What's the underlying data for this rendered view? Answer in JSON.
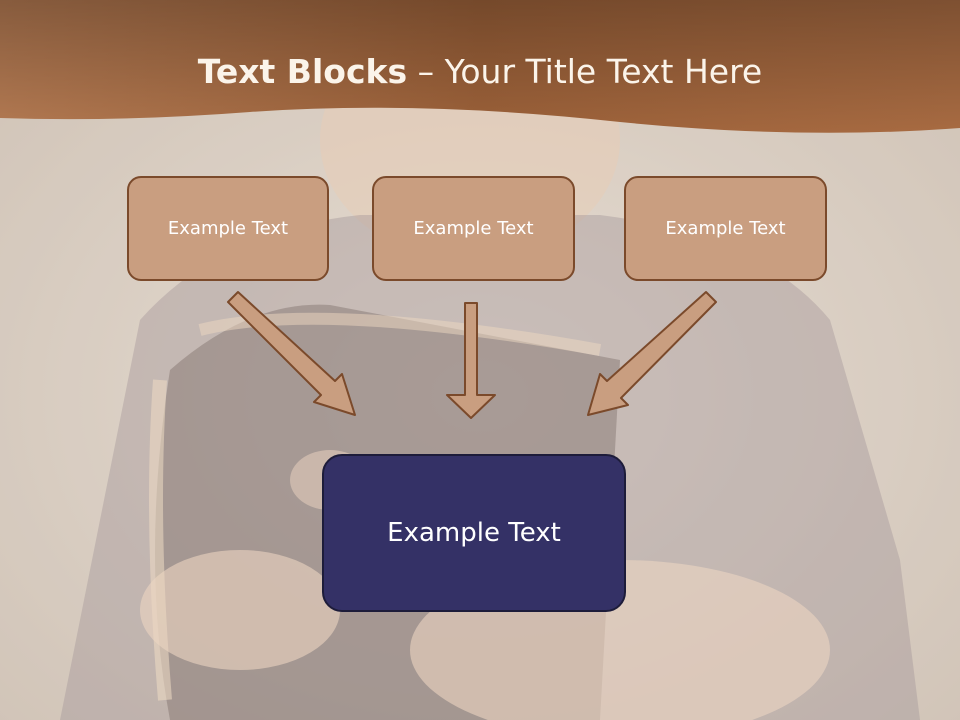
{
  "slide": {
    "title_bold": "Text Blocks",
    "title_sep": " – ",
    "title_rest": "Your Title Text Here"
  },
  "boxes": [
    {
      "label": "Example Text"
    },
    {
      "label": "Example Text"
    },
    {
      "label": "Example Text"
    }
  ],
  "main_box": {
    "label": "Example Text"
  },
  "colors": {
    "header": "#a46a40",
    "box_fill": "#c99e80",
    "box_border": "#7b4a2b",
    "main_fill": "#343166",
    "arrow_fill": "#c99e80",
    "arrow_stroke": "#7b4a2b"
  }
}
